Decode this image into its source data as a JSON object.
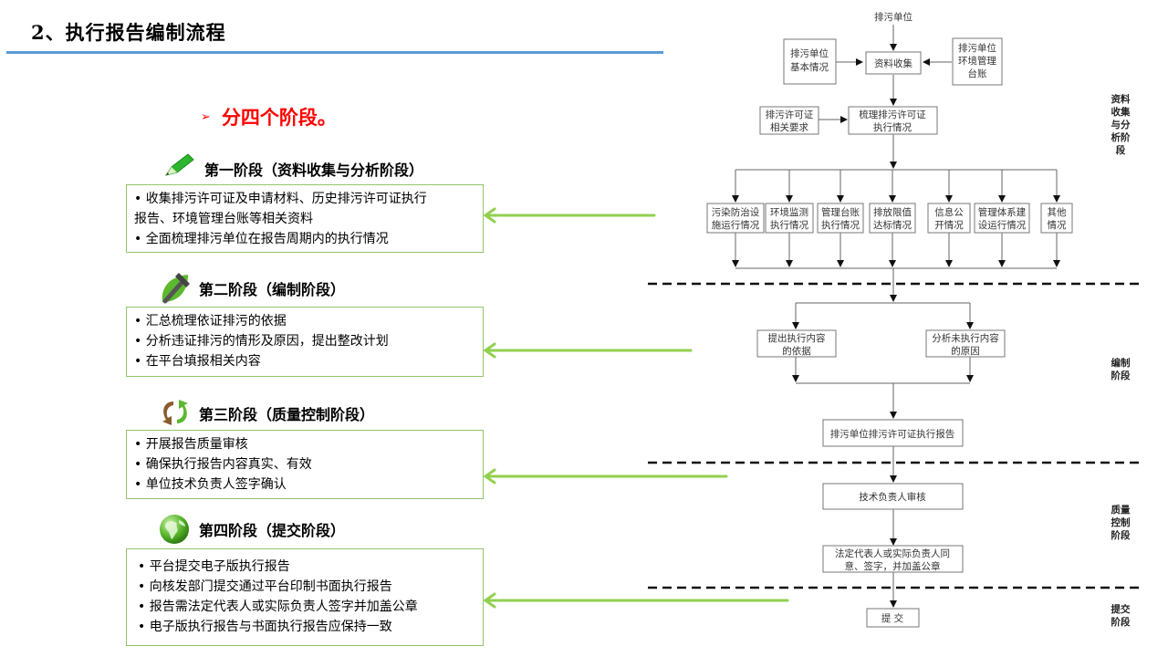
{
  "header": {
    "title": "2、执行报告编制流程",
    "subtitle": "分四个阶段。",
    "subtitle_marker": "➢"
  },
  "stages": [
    {
      "title": "第一阶段（资料收集与分析阶段）",
      "icon": "pencil-icon",
      "lines": [
        "• 收集排污许可证及申请材料、历史排污许可证执行",
        "报告、环境管理台账等相关资料",
        "• 全面梳理排污单位在报告周期内的执行情况"
      ]
    },
    {
      "title": "第二阶段（编制阶段）",
      "icon": "hammer-leaf-icon",
      "lines": [
        "• 汇总梳理依证排污的依据",
        "• 分析违证排污的情形及原因，提出整改计划",
        "• 在平台填报相关内容"
      ]
    },
    {
      "title": "第三阶段（质量控制阶段）",
      "icon": "recycle-arrows-icon",
      "lines": [
        "• 开展报告质量审核",
        "• 确保执行报告内容真实、有效",
        "• 单位技术负责人签字确认"
      ]
    },
    {
      "title": "第四阶段（提交阶段）",
      "icon": "globe-icon",
      "lines": [
        "• 平台提交电子版执行报告",
        "• 向核发部门提交通过平台印制书面执行报告",
        "• 报告需法定代表人或实际负责人签字并加盖公章",
        "• 电子版执行报告与书面执行报告应保持一致"
      ]
    }
  ],
  "flowchart": {
    "source": "排污单位",
    "left_input": [
      "排污单位",
      "基本情况"
    ],
    "collect": "资料收集",
    "right_input": [
      "排污单位",
      "环境管理",
      "台账"
    ],
    "permit_req": [
      "排污许可证",
      "相关要求"
    ],
    "review": [
      "梳理排污许可证",
      "执行情况"
    ],
    "items": [
      [
        "污染防治设",
        "施运行情况"
      ],
      [
        "环境监测",
        "执行情况"
      ],
      [
        "管理台账",
        "执行情况"
      ],
      [
        "排放限值",
        "达标情况"
      ],
      [
        "信息公",
        "开情况"
      ],
      [
        "管理体系建",
        "设运行情况"
      ],
      [
        "其他",
        "情况"
      ]
    ],
    "basis": [
      "提出执行内容",
      "的依据"
    ],
    "reasons": [
      "分析未执行内容",
      "的原因"
    ],
    "report": "排污单位排污许可证执行报告",
    "tech_review": "技术负责人审核",
    "sign": [
      "法定代表人或实际负责人同",
      "意、签字，并加盖公章"
    ],
    "submit": "提  交",
    "stage_labels": [
      [
        "资料",
        "收集",
        "与分",
        "析阶",
        "段"
      ],
      [
        "编制",
        "阶段"
      ],
      [
        "质量",
        "控制",
        "阶段"
      ],
      [
        "提交",
        "阶段"
      ]
    ]
  },
  "colors": {
    "accent_rule": "#5b9bd5",
    "subtitle_red": "#ff0000",
    "box_border_green": "#92c46c",
    "arrow_green": "#92d050"
  }
}
